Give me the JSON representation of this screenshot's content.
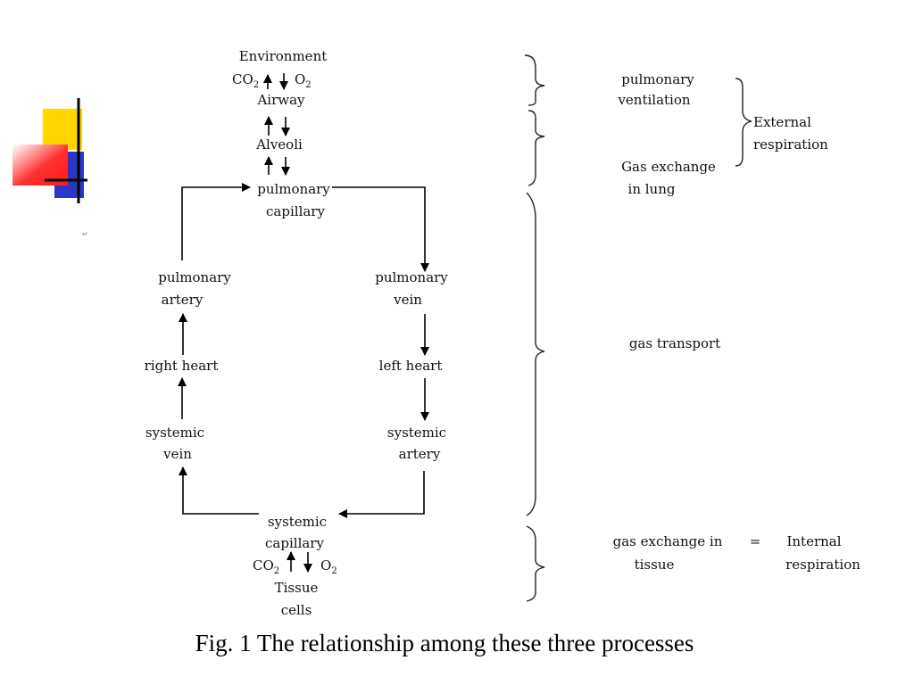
{
  "decoration": {
    "colors": {
      "yellow": "#ffd700",
      "red": "#ff3030",
      "blue": "#2b36c8",
      "line": "#000000"
    }
  },
  "stray_mark": "↵",
  "nodes": {
    "environment": "Environment",
    "co2_top": "CO",
    "co2_top_sub": "2",
    "o2_top": "O",
    "o2_top_sub": "2",
    "airway": "Airway",
    "alveoli": "Alveoli",
    "pulmonary_capillary_1": "pulmonary",
    "pulmonary_capillary_2": "capillary",
    "pulmonary_artery_1": "pulmonary",
    "pulmonary_artery_2": "artery",
    "pulmonary_vein_1": "pulmonary",
    "pulmonary_vein_2": "vein",
    "right_heart": "right heart",
    "left_heart": "left heart",
    "systemic_vein_1": "systemic",
    "systemic_vein_2": "vein",
    "systemic_artery_1": "systemic",
    "systemic_artery_2": "artery",
    "systemic_capillary_1": "systemic",
    "systemic_capillary_2": "capillary",
    "co2_bottom": "CO",
    "co2_bottom_sub": "2",
    "o2_bottom": "O",
    "o2_bottom_sub": "2",
    "tissue_cells_1": "Tissue",
    "tissue_cells_2": "cells"
  },
  "labels": {
    "pulmonary_ventilation_1": "pulmonary",
    "pulmonary_ventilation_2": "ventilation",
    "gas_exchange_lung_1": "Gas exchange",
    "gas_exchange_lung_2": "in lung",
    "external_respiration_1": "External",
    "external_respiration_2": "respiration",
    "gas_transport": "gas transport",
    "gas_exchange_tissue_1": "gas exchange in",
    "gas_exchange_tissue_2": "tissue",
    "equals": "=",
    "internal_respiration_1": "Internal",
    "internal_respiration_2": "respiration"
  },
  "caption": "Fig. 1 The relationship among these three processes"
}
